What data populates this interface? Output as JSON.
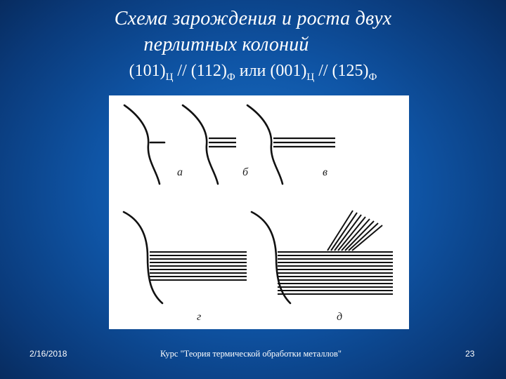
{
  "slide": {
    "title_line1": "Схема зарождения и роста двух",
    "title_line2": "перлитных колоний",
    "subtitle": {
      "p1": "(101)",
      "s1": "Ц",
      "p2": " // (112)",
      "s2": "Ф",
      "p3": " или (001)",
      "s3": "Ц",
      "p4": " // (125)",
      "s4": "Ф"
    }
  },
  "figure": {
    "labels": {
      "a": "а",
      "b": "б",
      "v": "в",
      "g": "г",
      "d": "д"
    },
    "stages": [
      {
        "label": "а",
        "lamellae": 1,
        "colonies": 1
      },
      {
        "label": "б",
        "lamellae": 3,
        "colonies": 1
      },
      {
        "label": "в",
        "lamellae": 3,
        "colonies": 1
      },
      {
        "label": "г",
        "lamellae": 9,
        "colonies": 1
      },
      {
        "label": "д",
        "lamellae": 17,
        "colonies": 2
      }
    ]
  },
  "footer": {
    "date": "2/16/2018",
    "course": "Курс \"Теория термической обработки металлов\"",
    "page": "23"
  },
  "colors": {
    "background": "#0f55a6",
    "text": "#ffffff",
    "figure_background": "#ffffff",
    "figure_stroke": "#111111"
  }
}
